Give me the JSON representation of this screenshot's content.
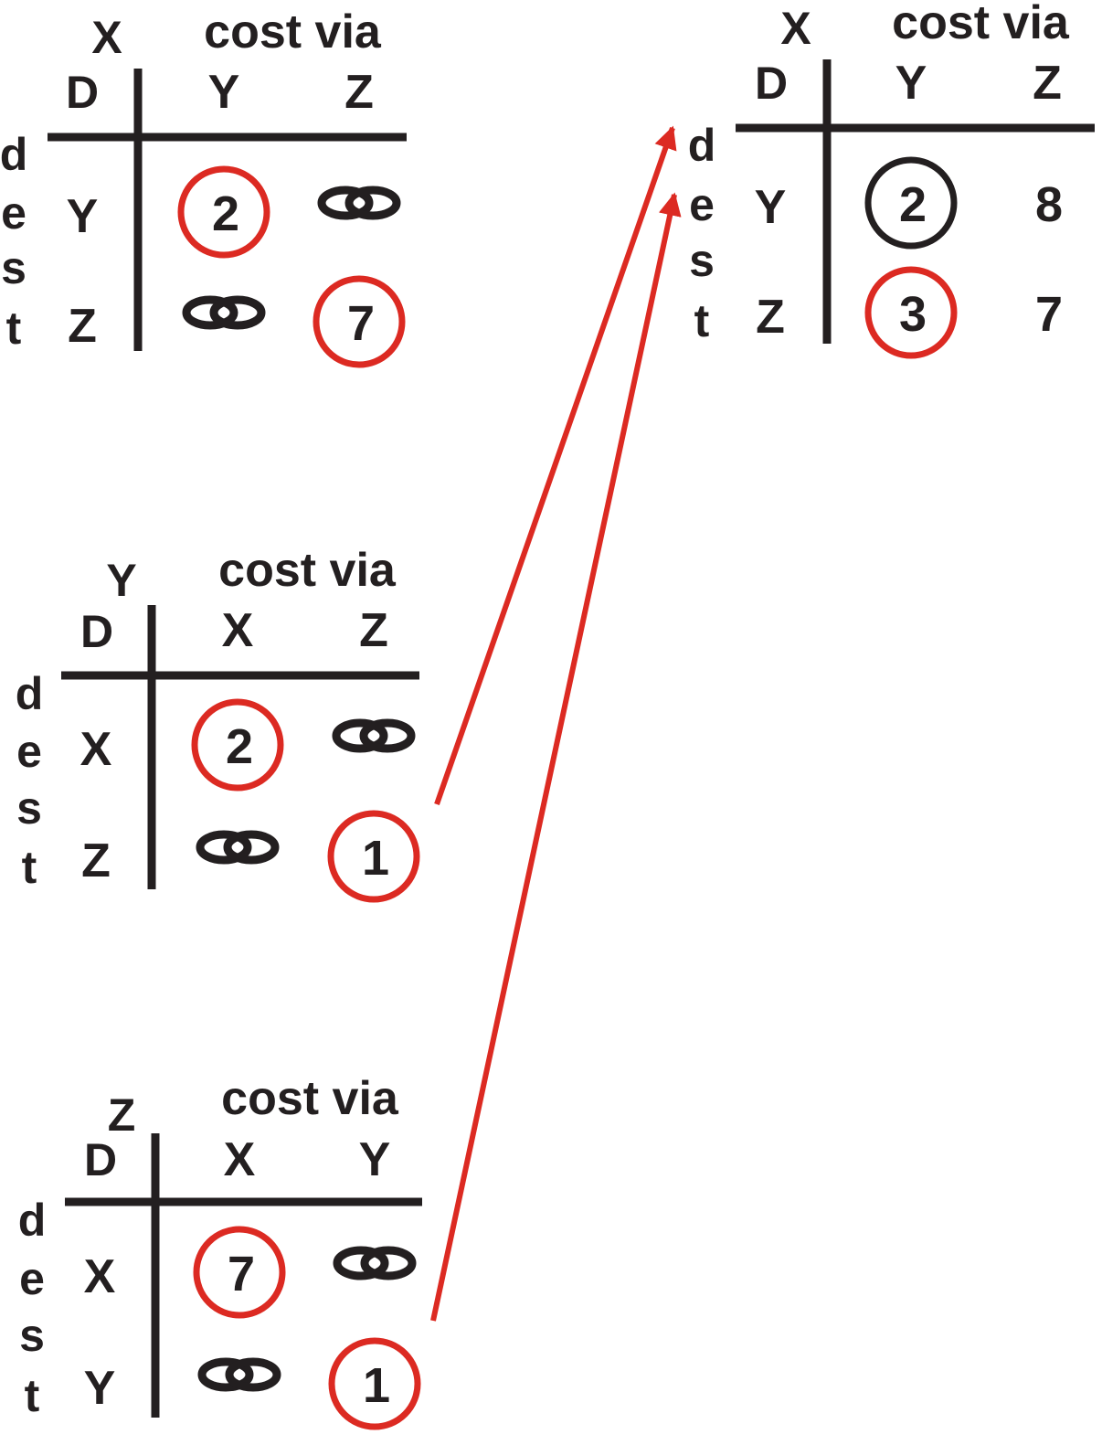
{
  "colors": {
    "ink": "#231f20",
    "red": "#dc2a22"
  },
  "tables": [
    {
      "id": "x-initial",
      "title": "cost via",
      "d_label": "D",
      "node": "X",
      "side_label": [
        "d",
        "e",
        "s",
        "t"
      ],
      "columns": [
        "Y",
        "Z"
      ],
      "rows": [
        {
          "dest": "Y",
          "cells": [
            {
              "text": "2",
              "circle": "red"
            },
            {
              "text": "∞",
              "infinity": true,
              "circle": "none"
            }
          ]
        },
        {
          "dest": "Z",
          "cells": [
            {
              "text": "∞",
              "infinity": true,
              "circle": "none"
            },
            {
              "text": "7",
              "circle": "red"
            }
          ]
        }
      ]
    },
    {
      "id": "x-updated",
      "title": "cost via",
      "d_label": "D",
      "node": "X",
      "side_label": [
        "d",
        "e",
        "s",
        "t"
      ],
      "columns": [
        "Y",
        "Z"
      ],
      "rows": [
        {
          "dest": "Y",
          "cells": [
            {
              "text": "2",
              "circle": "black"
            },
            {
              "text": "8",
              "circle": "none"
            }
          ]
        },
        {
          "dest": "Z",
          "cells": [
            {
              "text": "3",
              "circle": "red"
            },
            {
              "text": "7",
              "circle": "none"
            }
          ]
        }
      ]
    },
    {
      "id": "y-table",
      "title": "cost via",
      "d_label": "D",
      "node": "Y",
      "side_label": [
        "d",
        "e",
        "s",
        "t"
      ],
      "columns": [
        "X",
        "Z"
      ],
      "rows": [
        {
          "dest": "X",
          "cells": [
            {
              "text": "2",
              "circle": "red"
            },
            {
              "text": "∞",
              "infinity": true,
              "circle": "none"
            }
          ]
        },
        {
          "dest": "Z",
          "cells": [
            {
              "text": "∞",
              "infinity": true,
              "circle": "none"
            },
            {
              "text": "1",
              "circle": "red"
            }
          ]
        }
      ]
    },
    {
      "id": "z-table",
      "title": "cost via",
      "d_label": "D",
      "node": "Z",
      "side_label": [
        "d",
        "e",
        "s",
        "t"
      ],
      "columns": [
        "X",
        "Y"
      ],
      "rows": [
        {
          "dest": "X",
          "cells": [
            {
              "text": "7",
              "circle": "red"
            },
            {
              "text": "∞",
              "infinity": true,
              "circle": "none"
            }
          ]
        },
        {
          "dest": "Y",
          "cells": [
            {
              "text": "∞",
              "infinity": true,
              "circle": "none"
            },
            {
              "text": "1",
              "circle": "red"
            }
          ]
        }
      ]
    }
  ],
  "arrows": [
    {
      "from": "y-table",
      "to": "x-updated",
      "color": "red"
    },
    {
      "from": "z-table",
      "to": "x-updated",
      "color": "red"
    }
  ]
}
